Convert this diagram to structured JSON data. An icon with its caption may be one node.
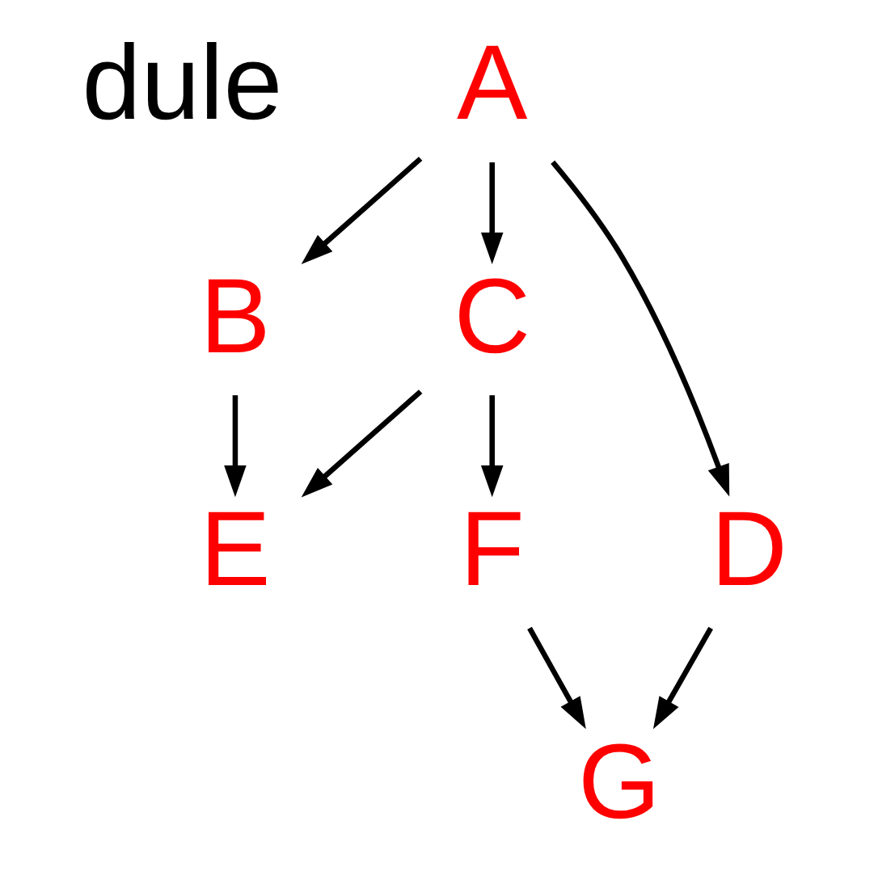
{
  "diagram": {
    "nodes": [
      {
        "text": [
          "A"
        ]
      },
      {
        "text": [
          "B"
        ]
      },
      {
        "text": [
          "C"
        ]
      },
      {
        "text": [
          "D"
        ]
      },
      {
        "text": [
          "E"
        ]
      },
      {
        "text": [
          "F"
        ]
      },
      {
        "text": [
          "G"
        ]
      }
    ],
    "edges": [
      {
        "from": 0,
        "to": 1,
        "arrow": "to"
      },
      {
        "from": 0,
        "to": 2,
        "arrow": "to"
      },
      {
        "from": 0,
        "to": 3,
        "arrow": "to"
      },
      {
        "from": 1,
        "to": 4,
        "arrow": "to"
      },
      {
        "from": 2,
        "to": 4,
        "arrow": "to"
      },
      {
        "from": 2,
        "to": 5,
        "arrow": "to"
      },
      {
        "from": 3,
        "to": 6,
        "arrow": "to"
      },
      {
        "from": 5,
        "to": 6,
        "arrow": "to"
      }
    ],
    "labels": [
      "dule"
    ]
  }
}
